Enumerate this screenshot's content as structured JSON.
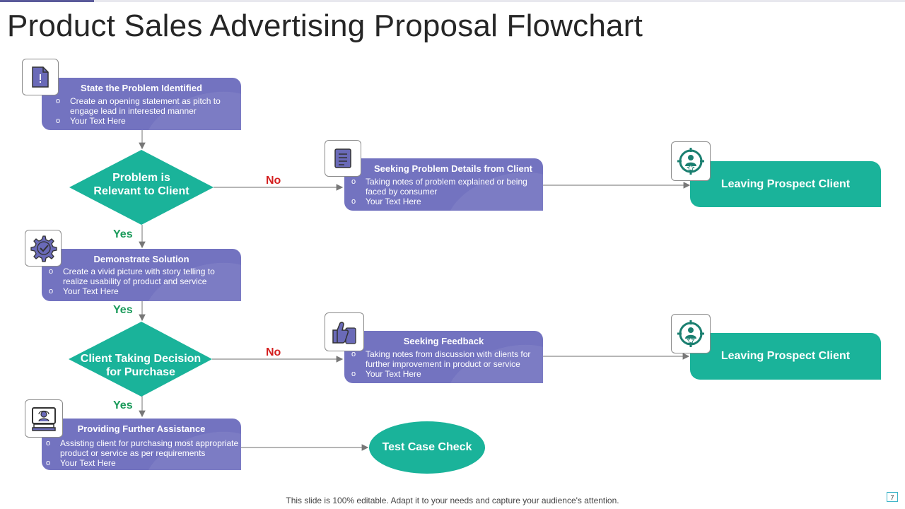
{
  "title": "Product Sales Advertising Proposal Flowchart",
  "steps": {
    "state": {
      "title": "State the Problem Identified",
      "bullets": [
        "Create an opening statement as pitch to engage lead in interested manner",
        "Your Text Here"
      ]
    },
    "demonstrate": {
      "title": "Demonstrate  Solution",
      "bullets": [
        "Create a vivid  picture with story telling to realize usability of product and service",
        "Your Text Here"
      ]
    },
    "assist": {
      "title": "Providing  Further Assistance",
      "bullets": [
        "Assisting client for purchasing most appropriate product or service as per requirements",
        "Your Text Here"
      ]
    },
    "seek_details": {
      "title": "Seeking Problem Details from  Client",
      "bullets": [
        "Taking notes of problem explained or being faced by consumer",
        "Your Text Here"
      ]
    },
    "seek_feedback": {
      "title": "Seeking Feedback",
      "bullets": [
        "Taking notes from discussion with clients for further improvement in product or service",
        "Your Text Here"
      ]
    }
  },
  "decisions": {
    "relevant": {
      "line1": "Problem is",
      "line2": "Relevant to Client"
    },
    "purchase": {
      "line1": "Client Taking Decision",
      "line2": "for Purchase"
    }
  },
  "outcomes": {
    "leave1": "Leaving  Prospect Client",
    "leave2": "Leaving  Prospect Client",
    "test": "Test Case Check"
  },
  "labels": {
    "no1": "No",
    "no2": "No",
    "yes1": "Yes",
    "yes2": "Yes",
    "yes3": "Yes"
  },
  "icons": {
    "state": "document-alert-icon",
    "seek_details": "checklist-icon",
    "demonstrate": "gear-check-icon",
    "seek_feedback": "thumbs-up-icon",
    "assist": "computer-support-icon",
    "leave1": "target-person-icon",
    "leave2": "target-person-icon"
  },
  "colors": {
    "purple": "#7373c0",
    "teal": "#1ab39a",
    "no": "#d42020",
    "yes": "#1a9a5a"
  },
  "footer": "This slide is 100% editable. Adapt it to your needs and capture your audience's attention.",
  "page_number": "7"
}
